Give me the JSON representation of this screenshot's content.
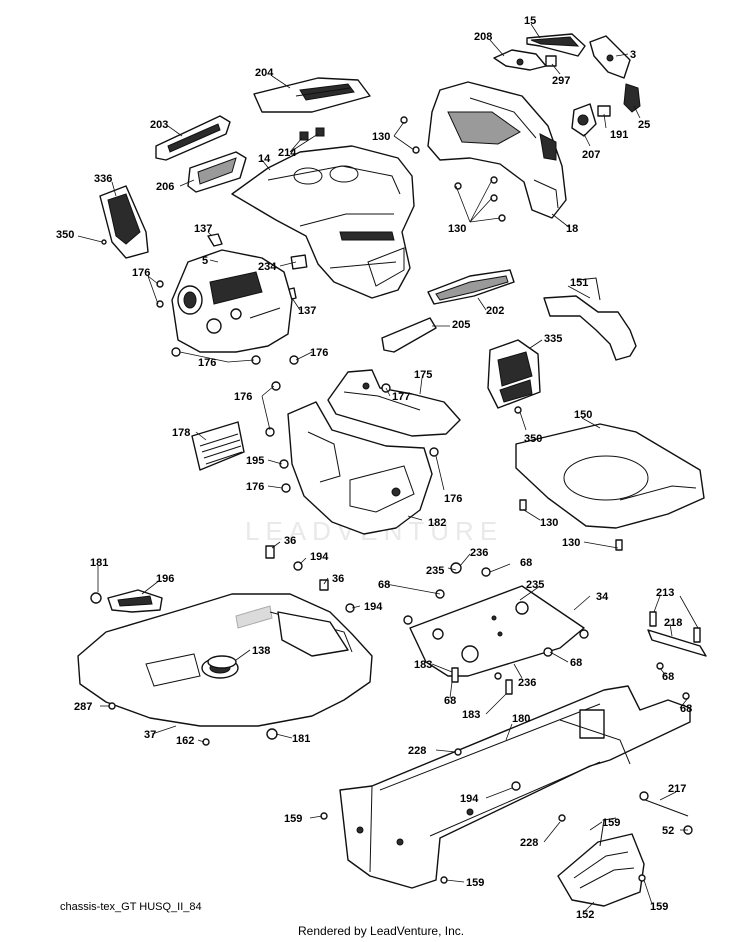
{
  "watermark": "LEADVENTURE",
  "footer": {
    "code": "chassis-tex_GT HUSQ_II_84",
    "rendered_by": "Rendered by LeadVenture, Inc."
  },
  "callouts": [
    {
      "id": "c15",
      "label": "15"
    },
    {
      "id": "c208",
      "label": "208"
    },
    {
      "id": "c3",
      "label": "3"
    },
    {
      "id": "c297",
      "label": "297"
    },
    {
      "id": "c25",
      "label": "25"
    },
    {
      "id": "c204",
      "label": "204"
    },
    {
      "id": "c191",
      "label": "191"
    },
    {
      "id": "c207",
      "label": "207"
    },
    {
      "id": "c203",
      "label": "203"
    },
    {
      "id": "c130a",
      "label": "130"
    },
    {
      "id": "c214",
      "label": "214"
    },
    {
      "id": "c14",
      "label": "14"
    },
    {
      "id": "c206",
      "label": "206"
    },
    {
      "id": "c336",
      "label": "336"
    },
    {
      "id": "c130b",
      "label": "130"
    },
    {
      "id": "c18",
      "label": "18"
    },
    {
      "id": "c350a",
      "label": "350"
    },
    {
      "id": "c137a",
      "label": "137"
    },
    {
      "id": "c5",
      "label": "5"
    },
    {
      "id": "c234",
      "label": "234"
    },
    {
      "id": "c176a",
      "label": "176"
    },
    {
      "id": "c151",
      "label": "151"
    },
    {
      "id": "c137b",
      "label": "137"
    },
    {
      "id": "c202",
      "label": "202"
    },
    {
      "id": "c205",
      "label": "205"
    },
    {
      "id": "c335",
      "label": "335"
    },
    {
      "id": "c176b",
      "label": "176"
    },
    {
      "id": "c176c",
      "label": "176"
    },
    {
      "id": "c175",
      "label": "175"
    },
    {
      "id": "c176d",
      "label": "176"
    },
    {
      "id": "c177",
      "label": "177"
    },
    {
      "id": "c150",
      "label": "150"
    },
    {
      "id": "c350b",
      "label": "350"
    },
    {
      "id": "c178",
      "label": "178"
    },
    {
      "id": "c195",
      "label": "195"
    },
    {
      "id": "c176e",
      "label": "176"
    },
    {
      "id": "c176f",
      "label": "176"
    },
    {
      "id": "c130c",
      "label": "130"
    },
    {
      "id": "c182",
      "label": "182"
    },
    {
      "id": "c130d",
      "label": "130"
    },
    {
      "id": "c36a",
      "label": "36"
    },
    {
      "id": "c236a",
      "label": "236"
    },
    {
      "id": "c194a",
      "label": "194"
    },
    {
      "id": "c235a",
      "label": "235"
    },
    {
      "id": "c68a",
      "label": "68"
    },
    {
      "id": "c181a",
      "label": "181"
    },
    {
      "id": "c196",
      "label": "196"
    },
    {
      "id": "c36b",
      "label": "36"
    },
    {
      "id": "c68b",
      "label": "68"
    },
    {
      "id": "c235b",
      "label": "235"
    },
    {
      "id": "c194b",
      "label": "194"
    },
    {
      "id": "c34",
      "label": "34"
    },
    {
      "id": "c213",
      "label": "213"
    },
    {
      "id": "c218",
      "label": "218"
    },
    {
      "id": "c138",
      "label": "138"
    },
    {
      "id": "c183a",
      "label": "183"
    },
    {
      "id": "c68c",
      "label": "68"
    },
    {
      "id": "c68d",
      "label": "68"
    },
    {
      "id": "c236b",
      "label": "236"
    },
    {
      "id": "c68e",
      "label": "68"
    },
    {
      "id": "c287",
      "label": "287"
    },
    {
      "id": "c183b",
      "label": "183"
    },
    {
      "id": "c68f",
      "label": "68"
    },
    {
      "id": "c180",
      "label": "180"
    },
    {
      "id": "c37",
      "label": "37"
    },
    {
      "id": "c181b",
      "label": "181"
    },
    {
      "id": "c162",
      "label": "162"
    },
    {
      "id": "c228a",
      "label": "228"
    },
    {
      "id": "c217",
      "label": "217"
    },
    {
      "id": "c194c",
      "label": "194"
    },
    {
      "id": "c159a",
      "label": "159"
    },
    {
      "id": "c52",
      "label": "52"
    },
    {
      "id": "c228b",
      "label": "228"
    },
    {
      "id": "c159b",
      "label": "159"
    },
    {
      "id": "c159c",
      "label": "159"
    },
    {
      "id": "c152",
      "label": "152"
    },
    {
      "id": "c159d",
      "label": "159"
    }
  ]
}
